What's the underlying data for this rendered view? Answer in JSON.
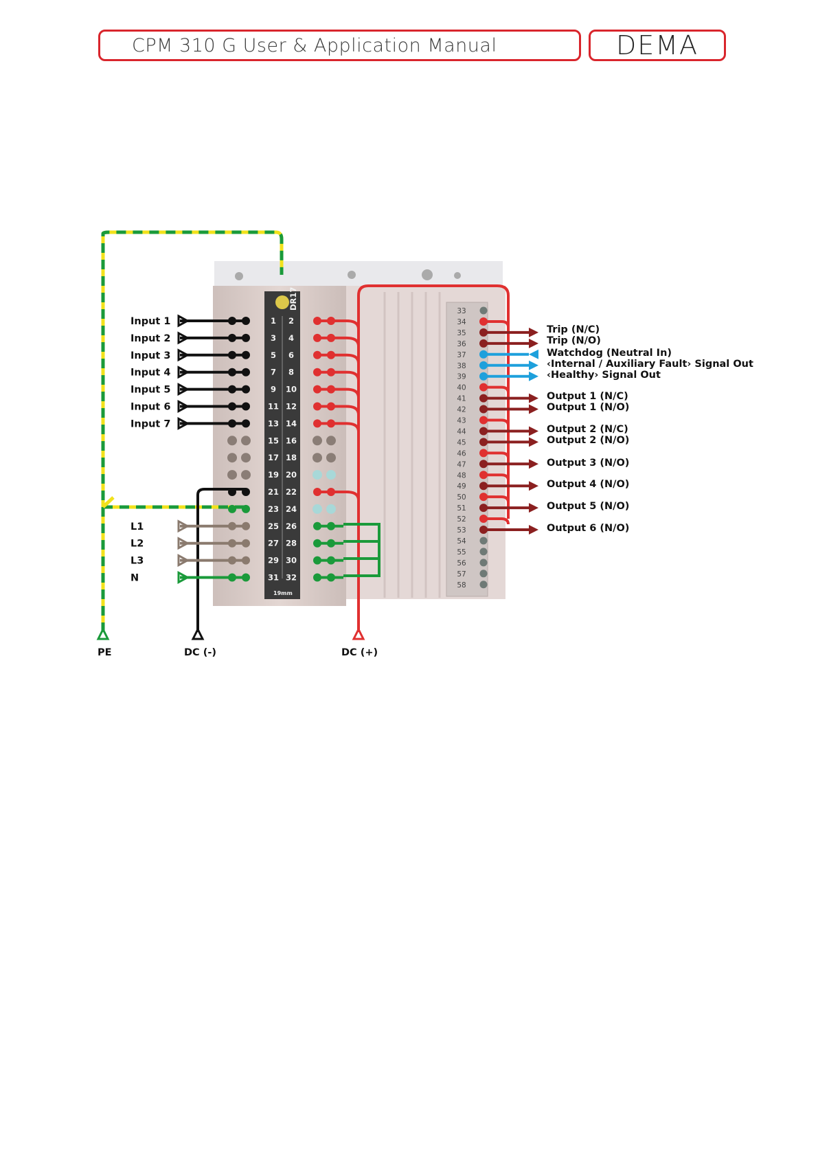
{
  "header": {
    "title": "CPM 310 G User & Application Manual",
    "brand": "DEMA"
  },
  "device": {
    "model_label": "DR17",
    "terminal_label": "19mm"
  },
  "inputs": [
    "Input 1",
    "Input 2",
    "Input 3",
    "Input 4",
    "Input 5",
    "Input 6",
    "Input 7"
  ],
  "phases": [
    "L1",
    "L2",
    "L3",
    "N"
  ],
  "bottom": {
    "pe": "PE",
    "dc_neg": "DC (-)",
    "dc_pos": "DC (+)"
  },
  "outputs": [
    "Trip  (N/C)",
    "Trip  (N/O)",
    "Watchdog (Neutral In)",
    "‹Internal / Auxiliary Fault› Signal Out",
    "‹Healthy› Signal Out",
    "Output 1 (N/C)",
    "Output 1 (N/O)",
    "Output 2 (N/C)",
    "Output 2 (N/O)",
    "Output 3 (N/O)",
    "Output 4 (N/O)",
    "Output 5 (N/O)",
    "Output 6 (N/O)"
  ],
  "terminals_left": [
    [
      "1",
      "2"
    ],
    [
      "3",
      "4"
    ],
    [
      "5",
      "6"
    ],
    [
      "7",
      "8"
    ],
    [
      "9",
      "10"
    ],
    [
      "11",
      "12"
    ],
    [
      "13",
      "14"
    ],
    [
      "15",
      "16"
    ],
    [
      "17",
      "18"
    ],
    [
      "19",
      "20"
    ],
    [
      "21",
      "22"
    ],
    [
      "23",
      "24"
    ],
    [
      "25",
      "26"
    ],
    [
      "27",
      "28"
    ],
    [
      "29",
      "30"
    ],
    [
      "31",
      "32"
    ]
  ],
  "terminals_right": [
    "33",
    "34",
    "35",
    "36",
    "37",
    "38",
    "39",
    "40",
    "41",
    "42",
    "43",
    "44",
    "45",
    "46",
    "47",
    "48",
    "49",
    "50",
    "51",
    "52",
    "53",
    "54",
    "55",
    "56",
    "57",
    "58"
  ],
  "colors": {
    "accent": "#d9252c",
    "dc_pos": "#e03030",
    "output": "#8b2020",
    "signal": "#1ea0dc",
    "ground": "#1a9a3a",
    "earth_stripe": "#f2e21c",
    "phase": "#8a7a6e"
  }
}
